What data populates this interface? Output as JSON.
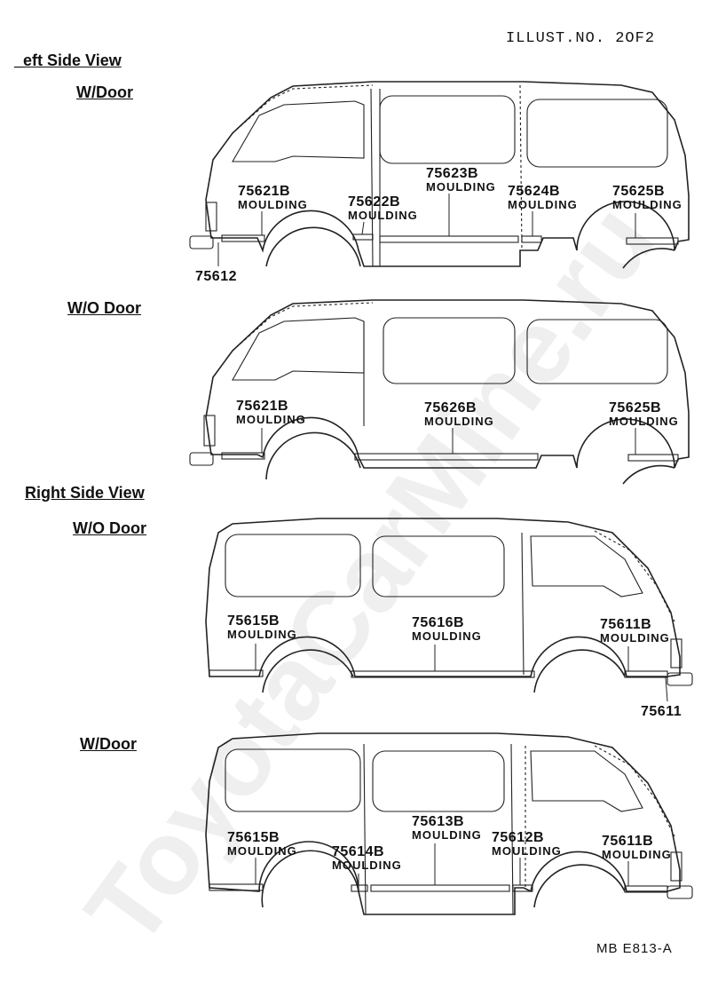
{
  "header": {
    "illust_no": "ILLUST.NO. 2OF2"
  },
  "left_side": {
    "title": "_eft Side View",
    "w_door": {
      "label": "W/Door",
      "parts": [
        {
          "number": "75621B",
          "name": "MOULDING"
        },
        {
          "number": "75622B",
          "name": "MOULDING"
        },
        {
          "number": "75623B",
          "name": "MOULDING"
        },
        {
          "number": "75624B",
          "name": "MOULDING"
        },
        {
          "number": "75625B",
          "name": "MOULDING"
        }
      ],
      "extra_part": "75612"
    },
    "wo_door": {
      "label": "W/O Door",
      "parts": [
        {
          "number": "75621B",
          "name": "MOULDING"
        },
        {
          "number": "75626B",
          "name": "MOULDING"
        },
        {
          "number": "75625B",
          "name": "MOULDING"
        }
      ]
    }
  },
  "right_side": {
    "title": "Right Side View",
    "wo_door": {
      "label": "W/O Door",
      "parts": [
        {
          "number": "75615B",
          "name": "MOULDING"
        },
        {
          "number": "75616B",
          "name": "MOULDING"
        },
        {
          "number": "75611B",
          "name": "MOULDING"
        }
      ],
      "extra_part": "75611"
    },
    "w_door": {
      "label": "W/Door",
      "parts": [
        {
          "number": "75615B",
          "name": "MOULDING"
        },
        {
          "number": "75614B",
          "name": "MOULDING"
        },
        {
          "number": "75613B",
          "name": "MOULDING"
        },
        {
          "number": "75612B",
          "name": "MOULDING"
        },
        {
          "number": "75611B",
          "name": "MOULDING"
        }
      ]
    }
  },
  "footer": {
    "code": "MB  E813-A"
  },
  "watermark": "ToyotaCarMine.ru"
}
